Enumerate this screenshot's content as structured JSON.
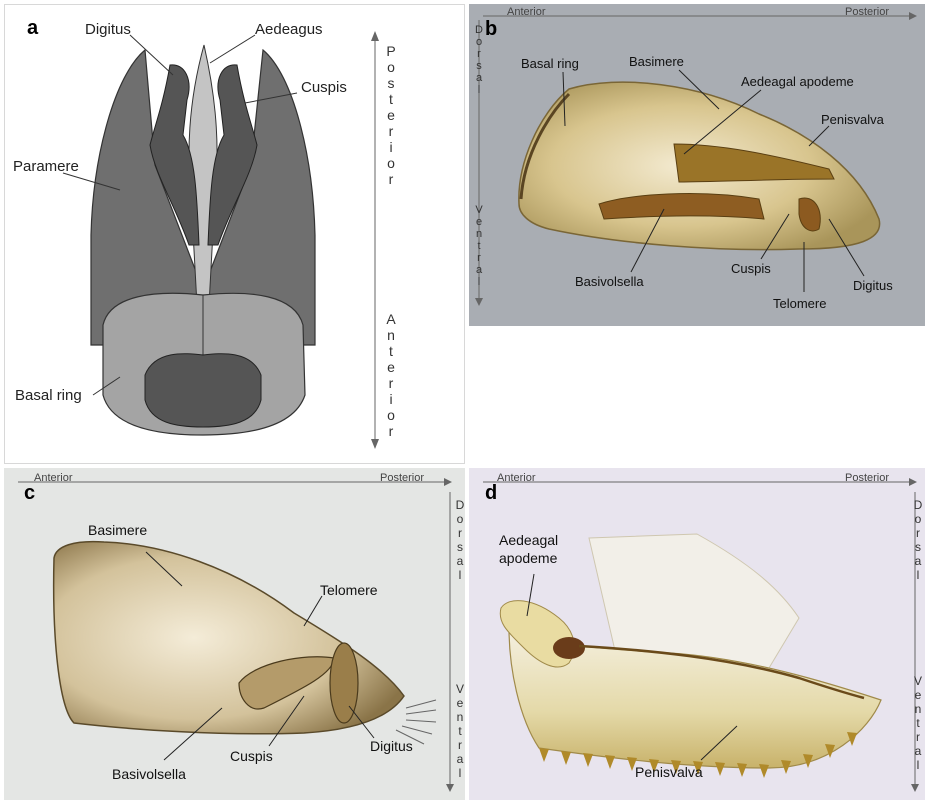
{
  "panel_a": {
    "letter": "a",
    "labels": {
      "digitus": "Digitus",
      "aedeagus": "Aedeagus",
      "cuspis": "Cuspis",
      "paramere": "Paramere",
      "basal_ring": "Basal ring"
    },
    "axis_posterior": "Posterior",
    "axis_anterior": "Anterior"
  },
  "panel_b": {
    "letter": "b",
    "axis_anterior": "Anterior",
    "axis_posterior": "Posterior",
    "axis_dorsal": "Dorsal",
    "axis_ventral": "Ventral",
    "labels": {
      "basal_ring": "Basal ring",
      "basimere": "Basimere",
      "aedeagal_apodeme": "Aedeagal apodeme",
      "penisvalva": "Penisvalva",
      "basivolsella": "Basivolsella",
      "cuspis": "Cuspis",
      "digitus": "Digitus",
      "telomere": "Telomere"
    }
  },
  "panel_c": {
    "letter": "c",
    "axis_anterior": "Anterior",
    "axis_posterior": "Posterior",
    "axis_dorsal": "Dorsal",
    "axis_ventral": "Ventral",
    "labels": {
      "basimere": "Basimere",
      "telomere": "Telomere",
      "cuspis": "Cuspis",
      "digitus": "Digitus",
      "basivolsella": "Basivolsella"
    }
  },
  "panel_d": {
    "letter": "d",
    "axis_anterior": "Anterior",
    "axis_posterior": "Posterior",
    "axis_dorsal": "Dorsal",
    "axis_ventral": "Ventral",
    "labels": {
      "aedeagal_line1": "Aedeagal",
      "aedeagal_line2": "apodeme",
      "penisvalva": "Penisvalva"
    }
  }
}
